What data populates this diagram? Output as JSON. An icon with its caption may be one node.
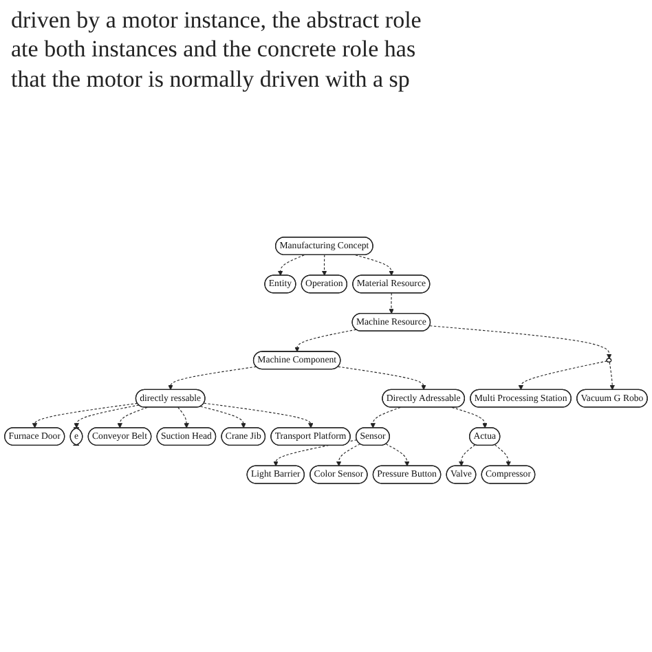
{
  "diagram": {
    "nodes": [
      {
        "text": [
          "Manufacturing Concept"
        ]
      },
      {
        "text": [
          "Entity"
        ]
      },
      {
        "text": [
          "Operation"
        ]
      },
      {
        "text": [
          "Material Resource"
        ]
      },
      {
        "text": [
          "Machine Resource"
        ]
      },
      {
        "text": [
          "Machine Component"
        ]
      },
      {
        "text": [],
        "shape": "ellipse"
      },
      {
        "text": [
          "directly ressable"
        ]
      },
      {
        "text": [
          "Directly Adressable"
        ]
      },
      {
        "text": [
          "Multi Processing Station"
        ]
      },
      {
        "text": [
          "Vacuum G Robo"
        ]
      },
      {
        "text": [
          "Furnace Door"
        ]
      },
      {
        "text": [
          "e"
        ]
      },
      {
        "text": [
          "Conveyor Belt"
        ]
      },
      {
        "text": [
          "Suction Head"
        ]
      },
      {
        "text": [
          "Crane Jib"
        ]
      },
      {
        "text": [
          "Transport Platform"
        ]
      },
      {
        "text": [
          "Sensor"
        ]
      },
      {
        "text": [
          "Actua"
        ]
      },
      {
        "text": [
          "Light Barrier"
        ]
      },
      {
        "text": [
          "Pressure Button"
        ]
      },
      {
        "text": [
          "Color Sensor"
        ]
      },
      {
        "text": [
          "Valve"
        ]
      },
      {
        "text": [
          "Compressor"
        ]
      }
    ],
    "edges": [
      {
        "from": 0,
        "to": 1,
        "arrow": "to",
        "style": "dashed"
      },
      {
        "from": 0,
        "to": 2,
        "arrow": "to",
        "style": "dashed"
      },
      {
        "from": 0,
        "to": 3,
        "arrow": "to",
        "style": "dashed"
      },
      {
        "from": 3,
        "to": 4,
        "arrow": "to",
        "style": "dashed"
      },
      {
        "from": 4,
        "to": 5,
        "arrow": "to",
        "style": "dashed"
      },
      {
        "from": 4,
        "to": 6,
        "arrow": "to",
        "style": "dashed"
      },
      {
        "from": 5,
        "to": 7,
        "arrow": "to",
        "style": "dashed"
      },
      {
        "from": 5,
        "to": 8,
        "arrow": "to",
        "style": "dashed"
      },
      {
        "from": 6,
        "to": 9,
        "arrow": "to",
        "style": "dashed"
      },
      {
        "from": 6,
        "to": 10,
        "arrow": "to",
        "style": "dashed"
      },
      {
        "from": 7,
        "to": 11,
        "arrow": "to",
        "style": "dashed"
      },
      {
        "from": 7,
        "to": 12,
        "arrow": "to",
        "style": "dashed"
      },
      {
        "from": 7,
        "to": 13,
        "arrow": "to",
        "style": "dashed"
      },
      {
        "from": 7,
        "to": 14,
        "arrow": "to",
        "style": "dashed"
      },
      {
        "from": 7,
        "to": 15,
        "arrow": "to",
        "style": "dashed"
      },
      {
        "from": 7,
        "to": 16,
        "arrow": "to",
        "style": "dashed"
      },
      {
        "from": 8,
        "to": 17,
        "arrow": "to",
        "style": "dashed"
      },
      {
        "from": 8,
        "to": 18,
        "arrow": "to",
        "style": "dashed"
      },
      {
        "from": 17,
        "to": 19,
        "arrow": "to",
        "style": "dashed"
      },
      {
        "from": 17,
        "to": 21,
        "arrow": "to",
        "style": "dashed"
      },
      {
        "from": 17,
        "to": 20,
        "arrow": "to",
        "style": "dashed"
      },
      {
        "from": 18,
        "to": 22,
        "arrow": "to",
        "style": "dashed"
      },
      {
        "from": 18,
        "to": 23,
        "arrow": "to",
        "style": "dashed"
      }
    ],
    "labels": [
      "driven by a motor instance, the abstract role",
      "ate both instances and the concrete role has",
      "that the motor is normally driven with a sp"
    ]
  }
}
